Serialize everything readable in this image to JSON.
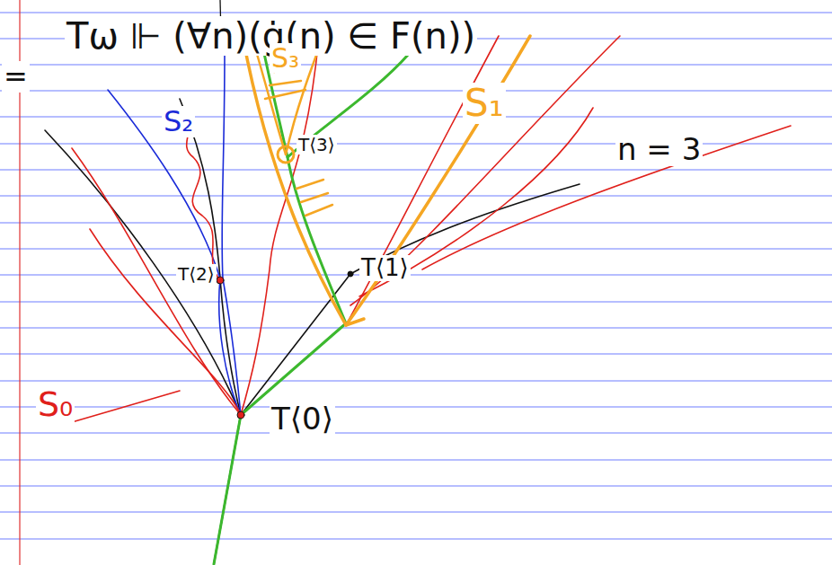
{
  "diagram": {
    "labels": [
      "Tω ⊩ (∀n)(ġ(n) ∈ F(n))",
      "=",
      "S₃",
      "S₁",
      "S₂",
      "S₀",
      "T⟨3⟩",
      "T⟨2⟩",
      "T⟨1⟩",
      "T⟨0⟩",
      "n = 3"
    ]
  }
}
